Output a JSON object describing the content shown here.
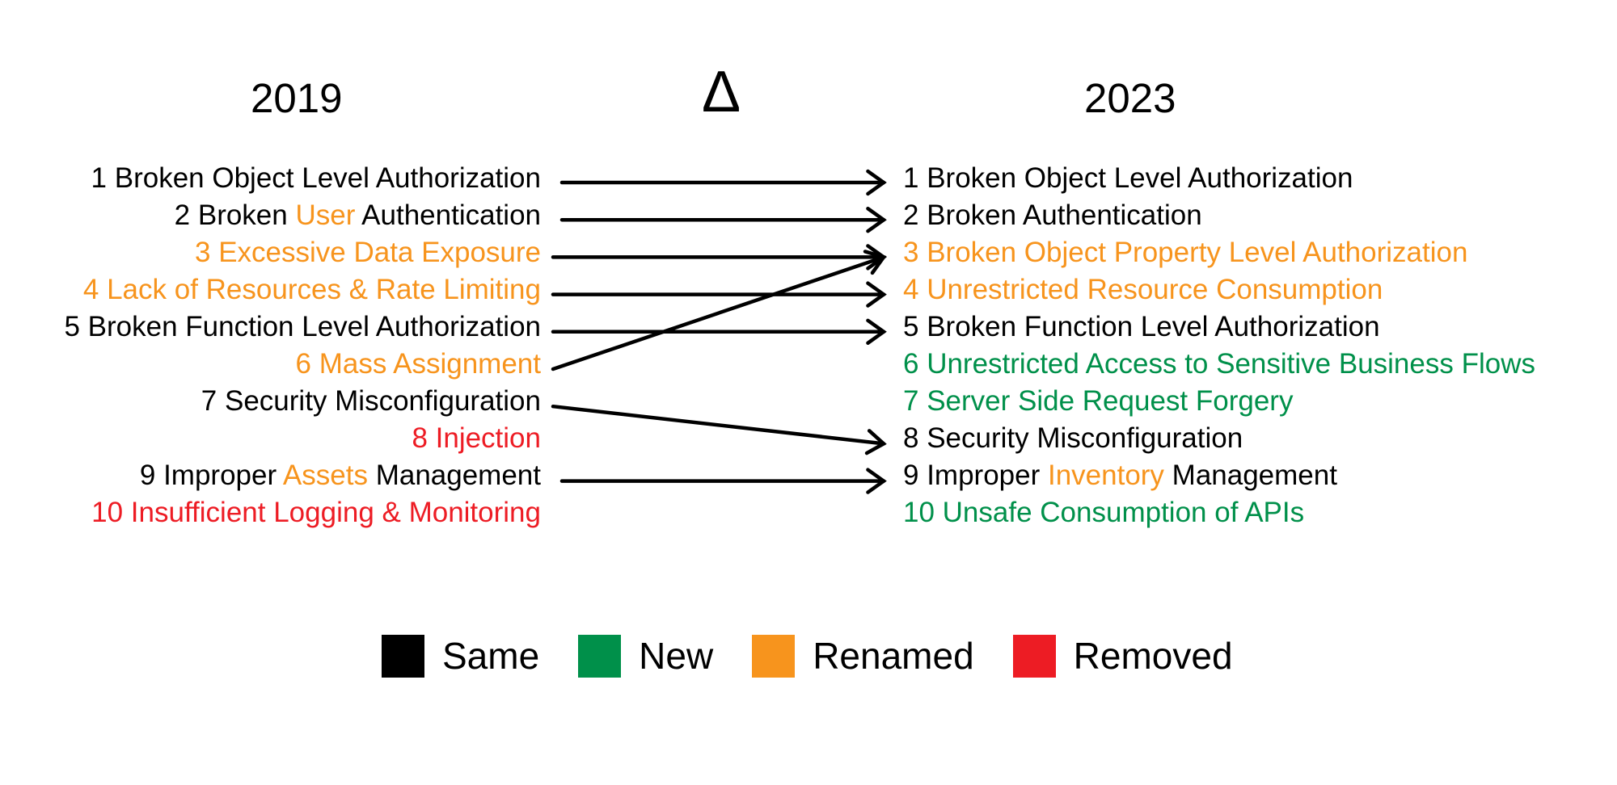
{
  "headers": {
    "left": "2019",
    "delta": "Δ",
    "right": "2023"
  },
  "colors": {
    "same": "#000000",
    "new": "#00904a",
    "renamed": "#f7941d",
    "removed": "#ed1c24"
  },
  "list_2019": [
    [
      {
        "t": "1 Broken Object Level Authorization",
        "c": "same"
      }
    ],
    [
      {
        "t": "2 Broken ",
        "c": "same"
      },
      {
        "t": "User",
        "c": "renamed"
      },
      {
        "t": " Authentication",
        "c": "same"
      }
    ],
    [
      {
        "t": "3 Excessive Data Exposure",
        "c": "renamed"
      }
    ],
    [
      {
        "t": "4 Lack of Resources & Rate Limiting",
        "c": "renamed"
      }
    ],
    [
      {
        "t": "5 Broken Function Level Authorization",
        "c": "same"
      }
    ],
    [
      {
        "t": "6 Mass Assignment",
        "c": "renamed"
      }
    ],
    [
      {
        "t": "7 Security Misconfiguration",
        "c": "same"
      }
    ],
    [
      {
        "t": "8 Injection",
        "c": "removed"
      }
    ],
    [
      {
        "t": "9 Improper ",
        "c": "same"
      },
      {
        "t": "Assets",
        "c": "renamed"
      },
      {
        "t": " Management",
        "c": "same"
      }
    ],
    [
      {
        "t": "10 Insufficient Logging & Monitoring",
        "c": "removed"
      }
    ]
  ],
  "list_2023": [
    [
      {
        "t": "1 Broken Object Level Authorization",
        "c": "same"
      }
    ],
    [
      {
        "t": "2 Broken Authentication",
        "c": "same"
      }
    ],
    [
      {
        "t": "3 Broken Object Property Level Authorization",
        "c": "renamed"
      }
    ],
    [
      {
        "t": "4 Unrestricted Resource Consumption",
        "c": "renamed"
      }
    ],
    [
      {
        "t": "5 Broken Function Level Authorization",
        "c": "same"
      }
    ],
    [
      {
        "t": "6 Unrestricted Access to Sensitive Business Flows",
        "c": "new"
      }
    ],
    [
      {
        "t": "7 Server Side Request Forgery",
        "c": "new"
      }
    ],
    [
      {
        "t": "8 Security Misconfiguration",
        "c": "same"
      }
    ],
    [
      {
        "t": "9 Improper ",
        "c": "same"
      },
      {
        "t": "Inventory",
        "c": "renamed"
      },
      {
        "t": " Management",
        "c": "same"
      }
    ],
    [
      {
        "t": "10 Unsafe Consumption of APIs",
        "c": "new"
      }
    ]
  ],
  "mappings": [
    {
      "from": 1,
      "to": 1
    },
    {
      "from": 2,
      "to": 2
    },
    {
      "from": 3,
      "to": 3
    },
    {
      "from": 4,
      "to": 4
    },
    {
      "from": 5,
      "to": 5
    },
    {
      "from": 6,
      "to": 3
    },
    {
      "from": 7,
      "to": 8
    },
    {
      "from": 9,
      "to": 9
    }
  ],
  "legend": [
    {
      "key": "same",
      "label": "Same"
    },
    {
      "key": "new",
      "label": "New"
    },
    {
      "key": "renamed",
      "label": "Renamed"
    },
    {
      "key": "removed",
      "label": "Removed"
    }
  ]
}
